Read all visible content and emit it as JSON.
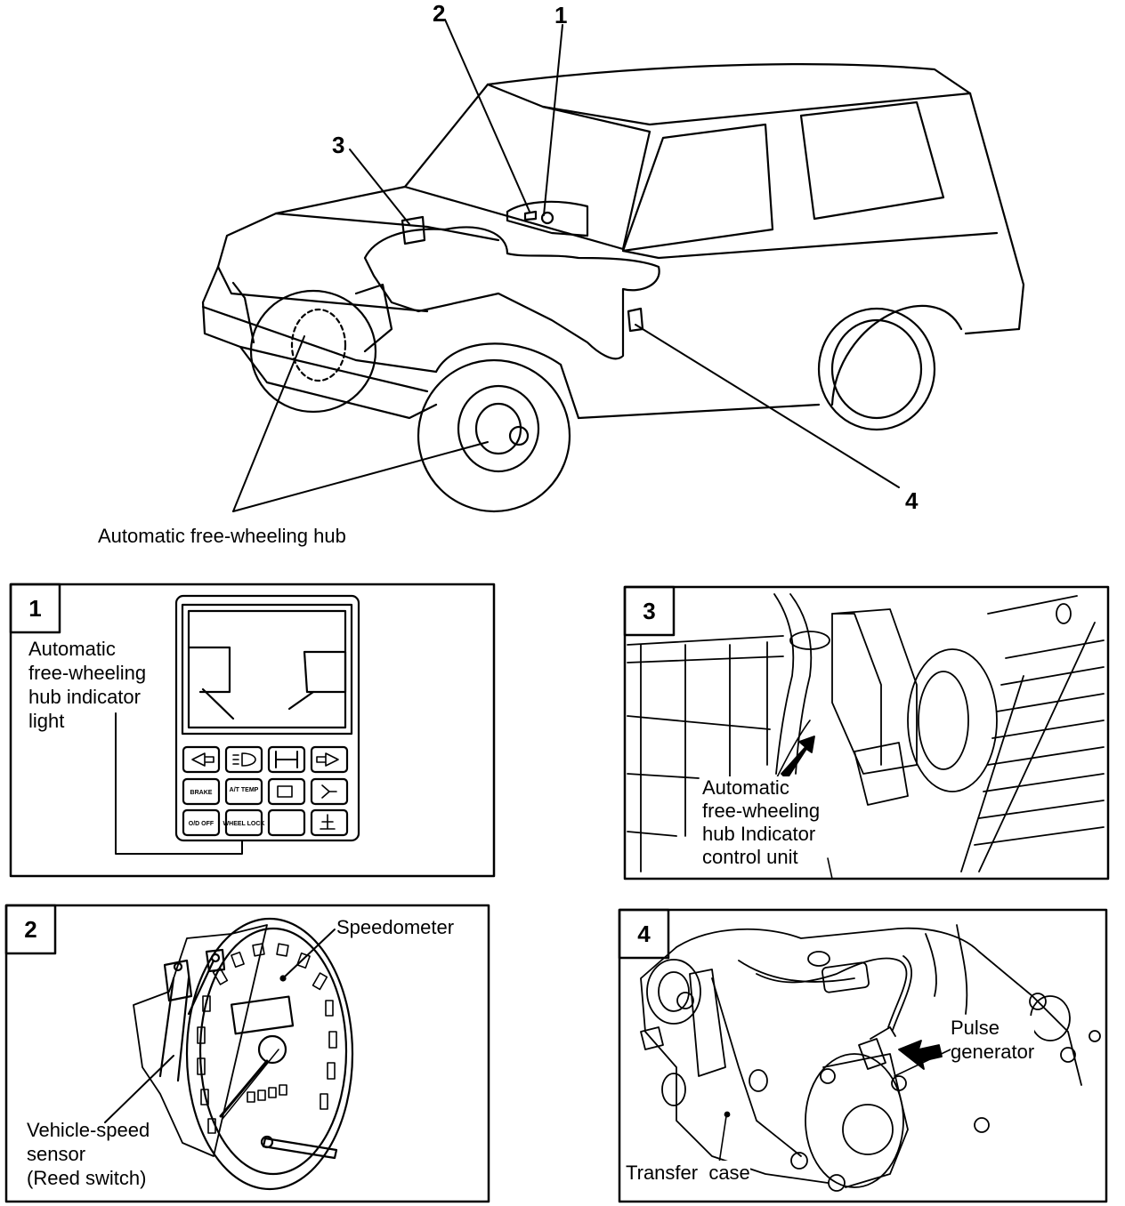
{
  "callouts": {
    "c1": "1",
    "c2": "2",
    "c3": "3",
    "c4": "4"
  },
  "labels": {
    "hub": "Automatic free-wheeling hub"
  },
  "panel1": {
    "number": "1",
    "label_lines": [
      "Automatic",
      "free-wheeling",
      "hub indicator",
      "light"
    ],
    "buttons": [
      "BRAKE",
      "A/T TEMP",
      "O/D OFF",
      "WHEEL LOCK"
    ]
  },
  "panel2": {
    "number": "2",
    "speedometer": "Speedometer",
    "sensor_lines": [
      "Vehicle-speed",
      "sensor",
      "(Reed switch)"
    ]
  },
  "panel3": {
    "number": "3",
    "label_lines": [
      "Automatic",
      "free-wheeling",
      "hub Indicator",
      "control unit"
    ]
  },
  "panel4": {
    "number": "4",
    "pulse_lines": [
      "Pulse",
      "generator"
    ],
    "transfer": "Transfer  case"
  }
}
